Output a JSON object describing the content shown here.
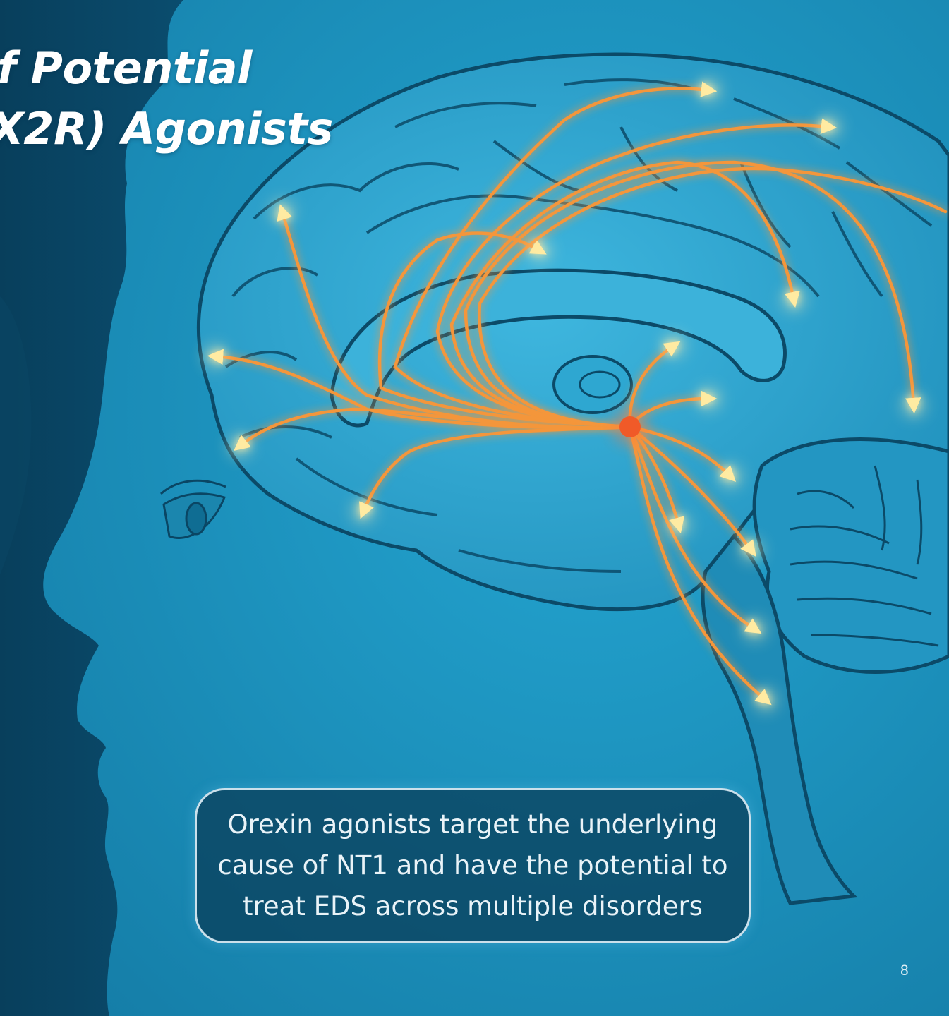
{
  "slide": {
    "title_lines": [
      "f Potential",
      "X2R) Agonists"
    ],
    "callout_lines": [
      "Orexin agonists target the underlying",
      "cause of NT1 and have the potential to",
      "treat EDS across multiple disorders"
    ],
    "page_number": "8"
  },
  "colors": {
    "background": "#0b4d6e",
    "head_silhouette": "#1a8ab3",
    "brain_fill": "#2a9fc8",
    "orexin_pathway": "#f4963a",
    "orexin_arrow_tip": "#ffe89a",
    "orexin_source": "#f05a28"
  }
}
